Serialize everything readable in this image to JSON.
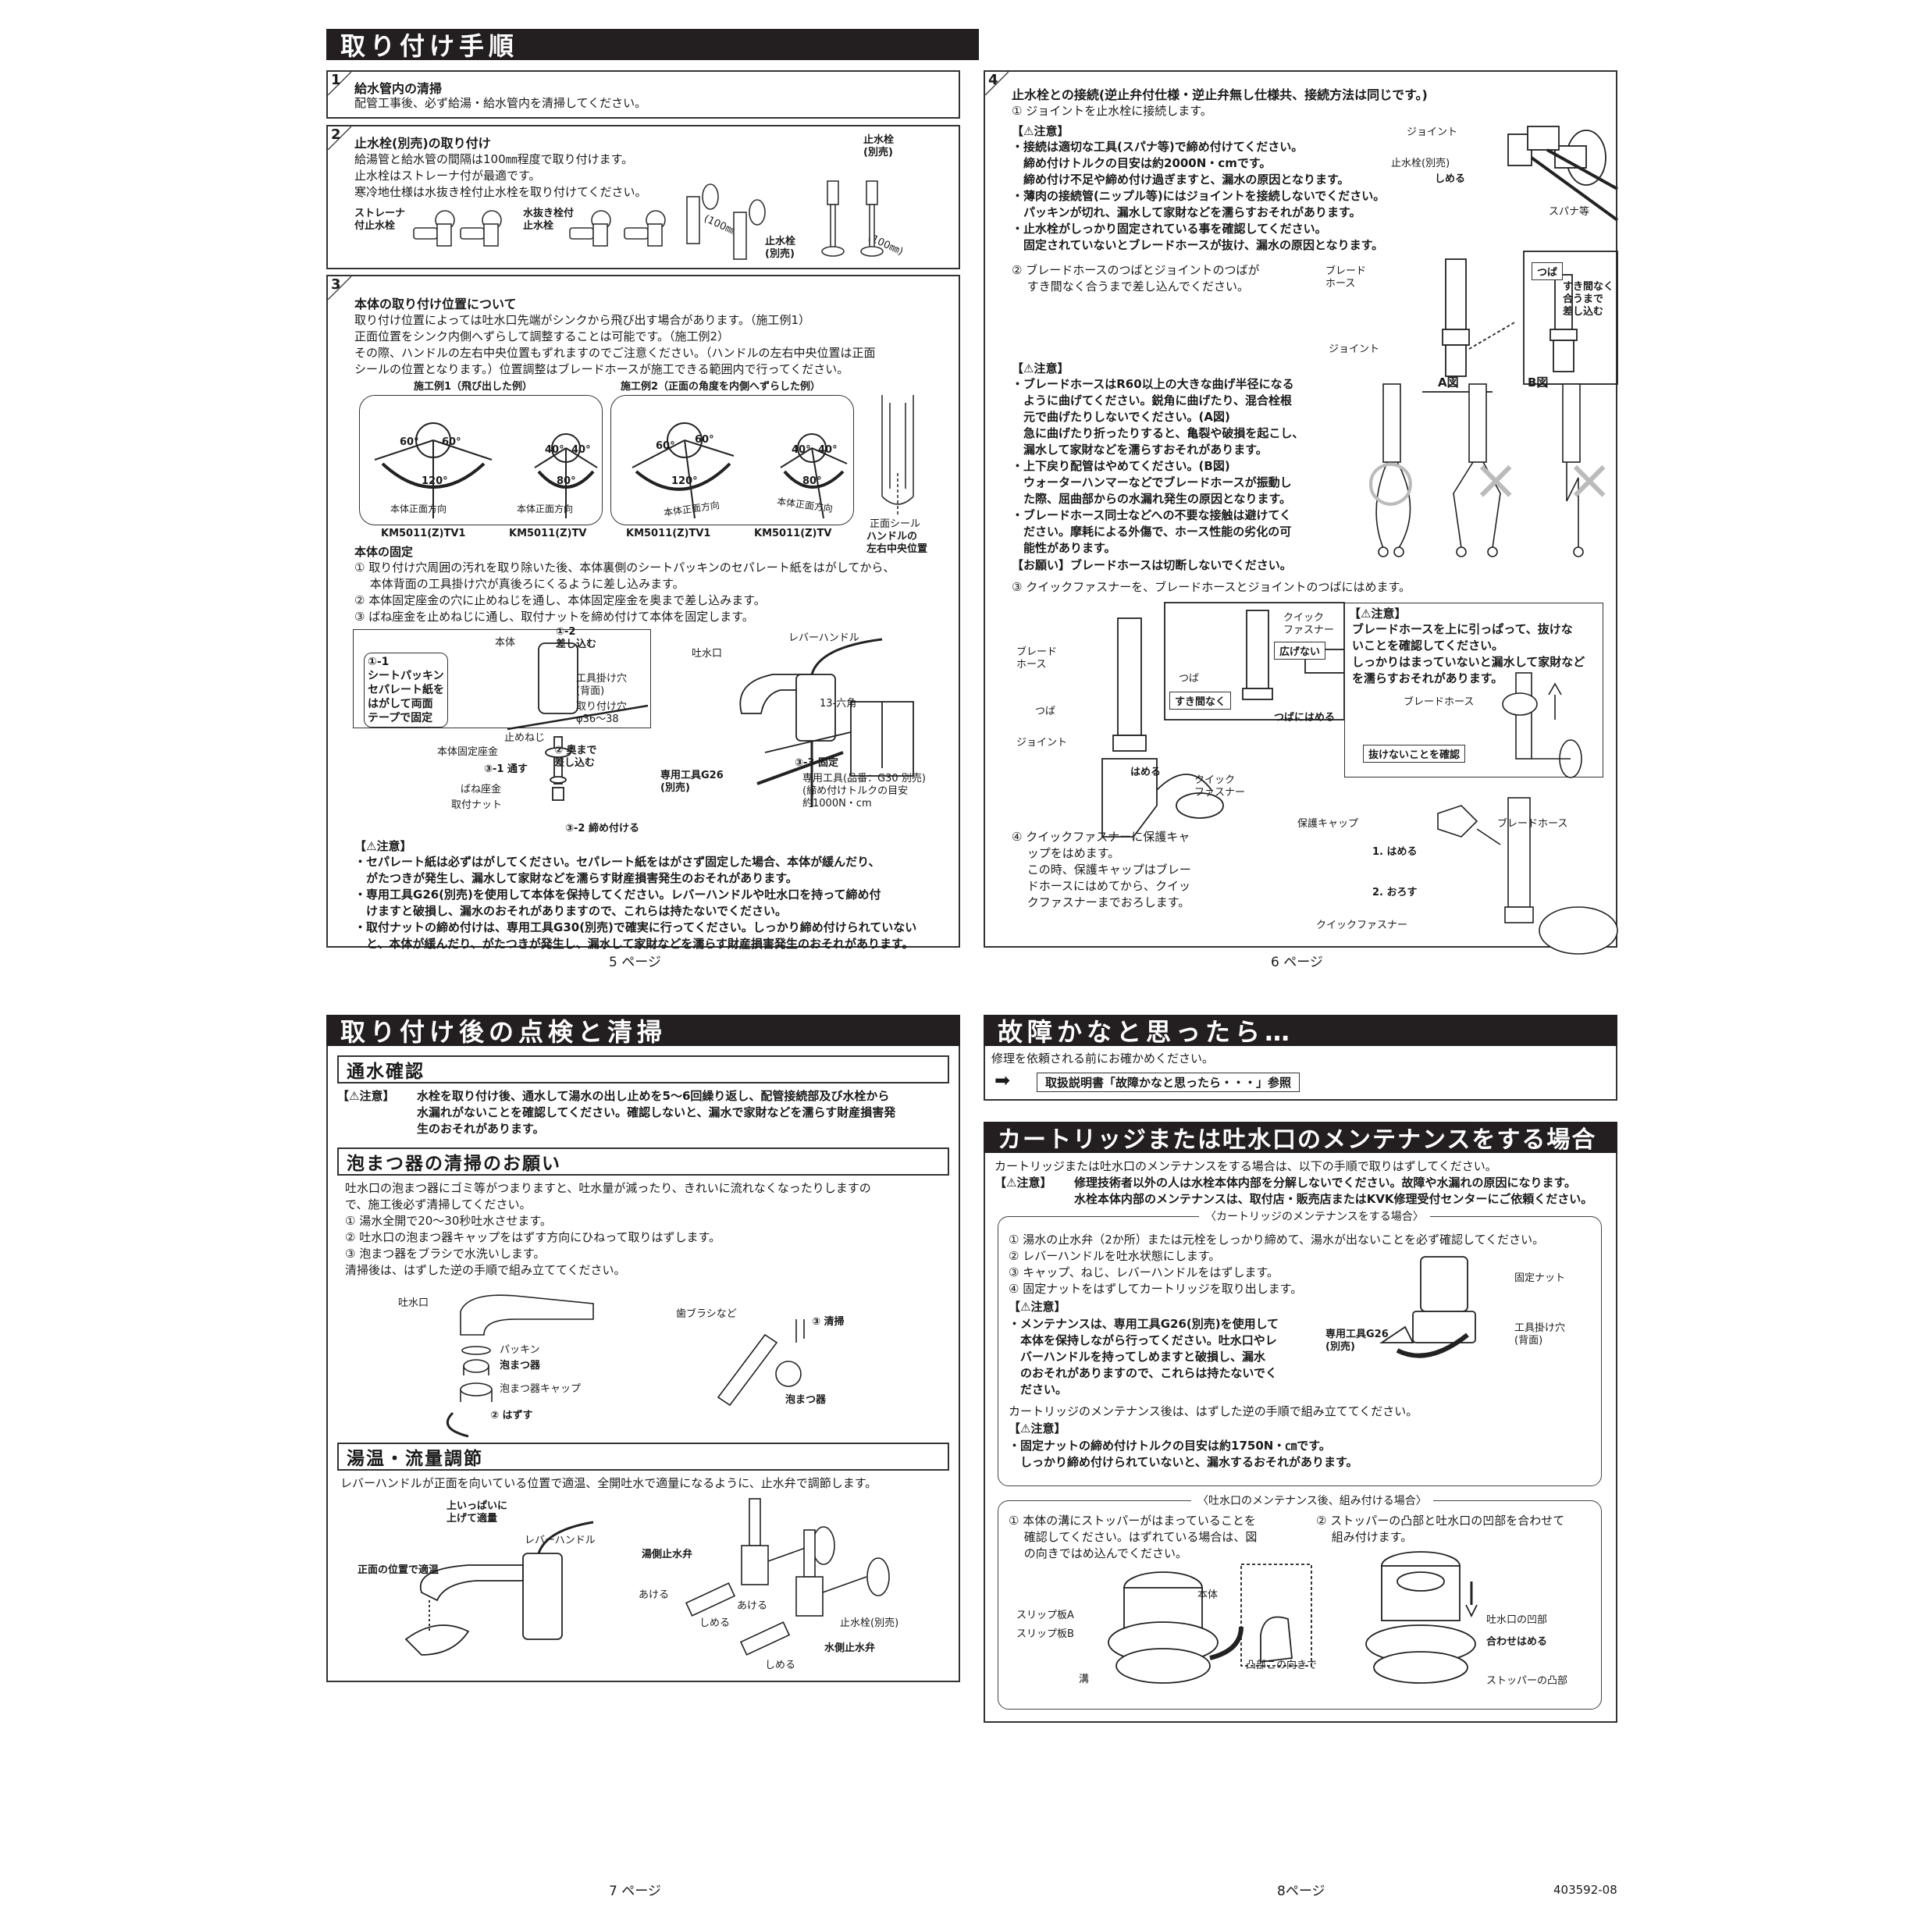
{
  "p5": {
    "header": "取り付け手順",
    "s1": {
      "num": "1",
      "title": "給水管内の清掃",
      "text": "配管工事後、必ず給湯・給水管内を清掃してください。"
    },
    "s2": {
      "num": "2",
      "title": "止水栓(別売)の取り付け",
      "text": "給湯管と給水管の間隔は100㎜程度で取り付けます。\n止水栓はストレーナ付が最適です。\n寒冷地仕様は水抜き栓付止水栓を取り付けてください。",
      "lbl_strainer": "ストレーナ\n付止水栓",
      "lbl_drain": "水抜き栓付\n止水栓",
      "lbl_stop1": "止水栓\n(別売)",
      "lbl_stop2": "止水栓\n(別売)",
      "dim1": "(100㎜)",
      "dim2": "(100㎜)"
    },
    "s3": {
      "num": "3",
      "title": "本体の取り付け位置について",
      "text": "取り付け位置によっては吐水口先端がシンクから飛び出す場合があります。（施工例1）\n正面位置をシンク内側へずらして調整することは可能です。（施工例2）\nその際、ハンドルの左右中央位置もずれますのでご注意ください。（ハンドルの左右中央位置は正面\nシールの位置となります。）位置調整はブレードホースが施工できる範囲内で行ってください。",
      "ex1": "施工例1（飛び出した例）",
      "ex2": "施工例2（正面の角度を内側へずらした例）",
      "a60": "60°",
      "a40": "40°",
      "a120": "120°",
      "a80": "80°",
      "front": "本体正面方向",
      "m1": "KM5011(Z)TV1",
      "m2": "KM5011(Z)TV",
      "m3": "KM5011(Z)TV1",
      "m4": "KM5011(Z)TV",
      "seal": "正面シール",
      "handle_center": "ハンドルの\n左右中央位置",
      "fix_title": "本体の固定",
      "fix_text": "① 取り付け穴周囲の汚れを取り除いた後、本体裏側のシートパッキンのセパレート紙をはがしてから、\n　 本体背面の工具掛け穴が真後ろにくるように差し込みます。\n② 本体固定座金の穴に止めねじを通し、本体固定座金を奥まで差し込みます。\n③ ばね座金を止めねじに通し、取付ナットを締め付けて本体を固定します。",
      "f_11": "①-1\nシートパッキン\nセパレート紙を\nはがして両面\nテープで固定",
      "f_body": "本体",
      "f_12": "①-2\n差し込む",
      "f_tool_hole": "工具掛け穴\n(背面)",
      "f_hole": "取り付け穴\nφ36～38",
      "f_screw": "止めねじ",
      "f_washer": "本体固定座金",
      "f_2": "② 奥まで\n差し込む",
      "f_31": "③-1 通す",
      "f_spring": "ばね座金",
      "f_nut": "取付ナット",
      "f_32": "③-2 締め付ける",
      "f_spout": "吐水口",
      "f_lever": "レバーハンドル",
      "f_hex": "13-六角",
      "f_g26": "専用工具G26\n(別売)",
      "f_33": "③-3 固定",
      "f_g30": "専用工具(品番：G30 別売)\n(締め付けトルクの目安\n約1000N・cm",
      "caution_h": "【⚠注意】",
      "caution": "・セパレート紙は必ずはがしてください。セパレート紙をはがさず固定した場合、本体が緩んだり、\n　がたつきが発生し、漏水して家財などを濡らす財産損害発生のおそれがあります。\n・専用工具G26(別売)を使用して本体を保持してください。レバーハンドルや吐水口を持って締め付\n　けますと破損し、漏水のおそれがありますので、これらは持たないでください。\n・取付ナットの締め付けは、専用工具G30(別売)で確実に行ってください。しっかり締め付けられていない\n　と、本体が緩んだり、がたつきが発生し、漏水して家財などを濡らす財産損害発生のおそれがあります。"
    },
    "page": "5 ページ"
  },
  "p6": {
    "s4": {
      "num": "4",
      "title": "止水栓との接続(逆止弁付仕様・逆止弁無し仕様共、接続方法は同じです。)",
      "step1": "① ジョイントを止水栓に接続します。",
      "caution_h": "【⚠注意】",
      "caution1": "・接続は適切な工具(スパナ等)で締め付けてください。\n　締め付けトルクの目安は約2000N・cmです。\n　締め付け不足や締め付け過ぎますと、漏水の原因となります。\n・薄肉の接続管(ニップル等)にはジョイントを接続しないでください。\n　パッキンが切れ、漏水して家財などを濡らすおそれがあります。\n・止水栓がしっかり固定されている事を確認してください。\n　固定されていないとブレードホースが抜け、漏水の原因となります。",
      "j_joint": "ジョイント",
      "j_stop": "止水栓(別売)",
      "j_tighten": "しめる",
      "j_spanner": "スパナ等",
      "step2": "② ブレードホースのつばとジョイントのつばが\n　 すき間なく合うまで差し込んでください。",
      "h_hose": "ブレード\nホース",
      "h_joint": "ジョイント",
      "h_tsuba": "つば",
      "h_gap": "すき間なく\n合うまで\n差し込む",
      "caution2_h": "【⚠注意】",
      "caution2": "・ブレードホースはR60以上の大きな曲げ半径になる\n　ように曲げてください。鋭角に曲げたり、混合栓根\n　元で曲げたりしないでください。(A図)\n　急に曲げたり折ったりすると、亀裂や破損を起こし、\n　漏水して家財などを濡らすおそれがあります。\n・上下戻り配管はやめてください。(B図)\n　ウォーターハンマーなどでブレードホースが振動し\n　た際、屈曲部からの水漏れ発生の原因となります。\n・ブレードホース同士などへの不要な接触は避けてく\n　ださい。摩耗による外傷で、ホース性能の劣化の可\n　能性があります。",
      "request": "【お願い】ブレードホースは切断しないでください。",
      "figA": "A図",
      "figB": "B図",
      "mark_ok": "○",
      "mark_ng": "×",
      "step3": "③ クイックファスナーを、ブレードホースとジョイントのつばにはめます。",
      "q_hose": "ブレード\nホース",
      "q_tsuba": "つば",
      "q_joint": "ジョイント",
      "q_fit": "はめる",
      "q_qf": "クイック\nファスナー",
      "q_qf2": "クイック\nファスナー",
      "q_spread": "広げない",
      "q_tsuba2": "つば",
      "q_gap": "すき間なく",
      "q_fit2": "つばにはめる",
      "caution3_h": "【⚠注意】",
      "caution3": "ブレードホースを上に引っぱって、抜けな\nいことを確認してください。\nしっかりはまっていないと漏水して家財など\nを濡らすおそれがあります。",
      "c3_hose": "ブレードホース",
      "c3_check": "抜けないことを確認",
      "step4": "④ クイックファスナーに保護キャ\n　 ップをはめます。\n　 この時、保護キャップはブレー\n　 ドホースにはめてから、クイッ\n　 クファスナーまでおろします。",
      "p_cap": "保護キャップ",
      "p_hose": "ブレードホース",
      "p_1": "1. はめる",
      "p_2": "2. おろす",
      "p_qf": "クイックファスナー"
    },
    "page": "6 ページ"
  },
  "p7": {
    "header": "取り付け後の点検と清掃",
    "water": {
      "title": "通水確認",
      "caution_h": "【⚠注意】",
      "text": "水栓を取り付け後、通水して湯水の出し止めを5～6回繰り返し、配管接続部及び水栓から\n水漏れがないことを確認してください。確認しないと、漏水で家財などを濡らす財産損害発\n生のおそれがあります。"
    },
    "aerator": {
      "title": "泡まつ器の清掃のお願い",
      "text": "吐水口の泡まつ器にゴミ等がつまりますと、吐水量が減ったり、きれいに流れなくなったりしますの\nで、施工後必ず清掃してください。\n① 湯水全開で20～30秒吐水させます。\n② 吐水口の泡まつ器キャップをはずす方向にひねって取りはずします。\n③ 泡まつ器をブラシで水洗いします。\n清掃後は、はずした逆の手順で組み立ててください。",
      "spout": "吐水口",
      "packing": "パッキン",
      "aerator": "泡まつ器",
      "cap": "泡まつ器キャップ",
      "remove": "② はずす",
      "brush": "歯ブラシなど",
      "clean": "③ 清掃",
      "aerator2": "泡まつ器"
    },
    "temp": {
      "title": "湯温・流量調節",
      "text": "レバーハンドルが正面を向いている位置で適温、全開吐水で適量になるように、止水弁で調節します。",
      "up": "上いっぱいに\n上げて適量",
      "lever": "レバーハンドル",
      "front": "正面の位置で適温",
      "hot": "湯側止水弁",
      "open1": "あける",
      "close1": "しめる",
      "open2": "あける",
      "close2": "しめる",
      "stop": "止水栓(別売)",
      "cold": "水側止水弁"
    },
    "page": "7 ページ"
  },
  "p8": {
    "trouble": {
      "header": "故障かなと思ったら…",
      "text": "修理を依頼される前にお確かめください。",
      "arrow": "➡",
      "ref": "取扱説明書「故障かなと思ったら・・・」参照"
    },
    "maint": {
      "header": "カートリッジまたは吐水口のメンテナンスをする場合",
      "intro": "カートリッジまたは吐水口のメンテナンスをする場合は、以下の手順で取りはずしてください。",
      "caution_h": "【⚠注意】",
      "caution": "修理技術者以外の人は水栓本体内部を分解しないでください。故障や水漏れの原因になります。\n水栓本体内部のメンテナンスは、取付店・販売店またはKVK修理受付センターにご依頼ください。",
      "cart_caption": "〈カートリッジのメンテナンスをする場合〉",
      "cart_steps": "① 湯水の止水弁（2か所）または元栓をしっかり締めて、湯水が出ないことを必ず確認してください。\n② レバーハンドルを吐水状態にします。\n③ キャップ、ねじ、レバーハンドルをはずします。\n④ 固定ナットをはずしてカートリッジを取り出します。",
      "c_caution_h": "【⚠注意】",
      "c_caution": "・メンテナンスは、専用工具G26(別売)を使用して\n　本体を保持しながら行ってください。吐水口やレ\n　バーハンドルを持ってしめますと破損し、漏水\n　のおそれがありますので、これらは持たないでく\n　ださい。",
      "nut": "固定ナット",
      "g26": "専用工具G26\n(別売)",
      "tool_hole": "工具掛け穴\n(背面)",
      "after": "カートリッジのメンテナンス後は、はずした逆の手順で組み立ててください。",
      "c_caution2_h": "【⚠注意】",
      "c_caution2": "・固定ナットの締め付けトルクの目安は約1750N・㎝です。\n　しっかり締め付けられていないと、漏水するおそれがあります。",
      "spout_caption": "〈吐水口のメンテナンス後、組み付ける場合〉",
      "sp1": "① 本体の溝にストッパーがはまっていることを\n　 確認してください。はずれている場合は、図\n　 の向きではめ込んでください。",
      "sp2": "② ストッパーの凸部と吐水口の凹部を合わせて\n　 組み付けます。",
      "body": "本体",
      "slipA": "スリップ板A",
      "slipB": "スリップ板B",
      "groove": "溝",
      "convex": "凸部この向きで",
      "concave": "吐水口の凹部",
      "match": "合わせはめる",
      "stopper": "ストッパーの凸部"
    },
    "page": "8ページ",
    "code": "403592-08"
  }
}
